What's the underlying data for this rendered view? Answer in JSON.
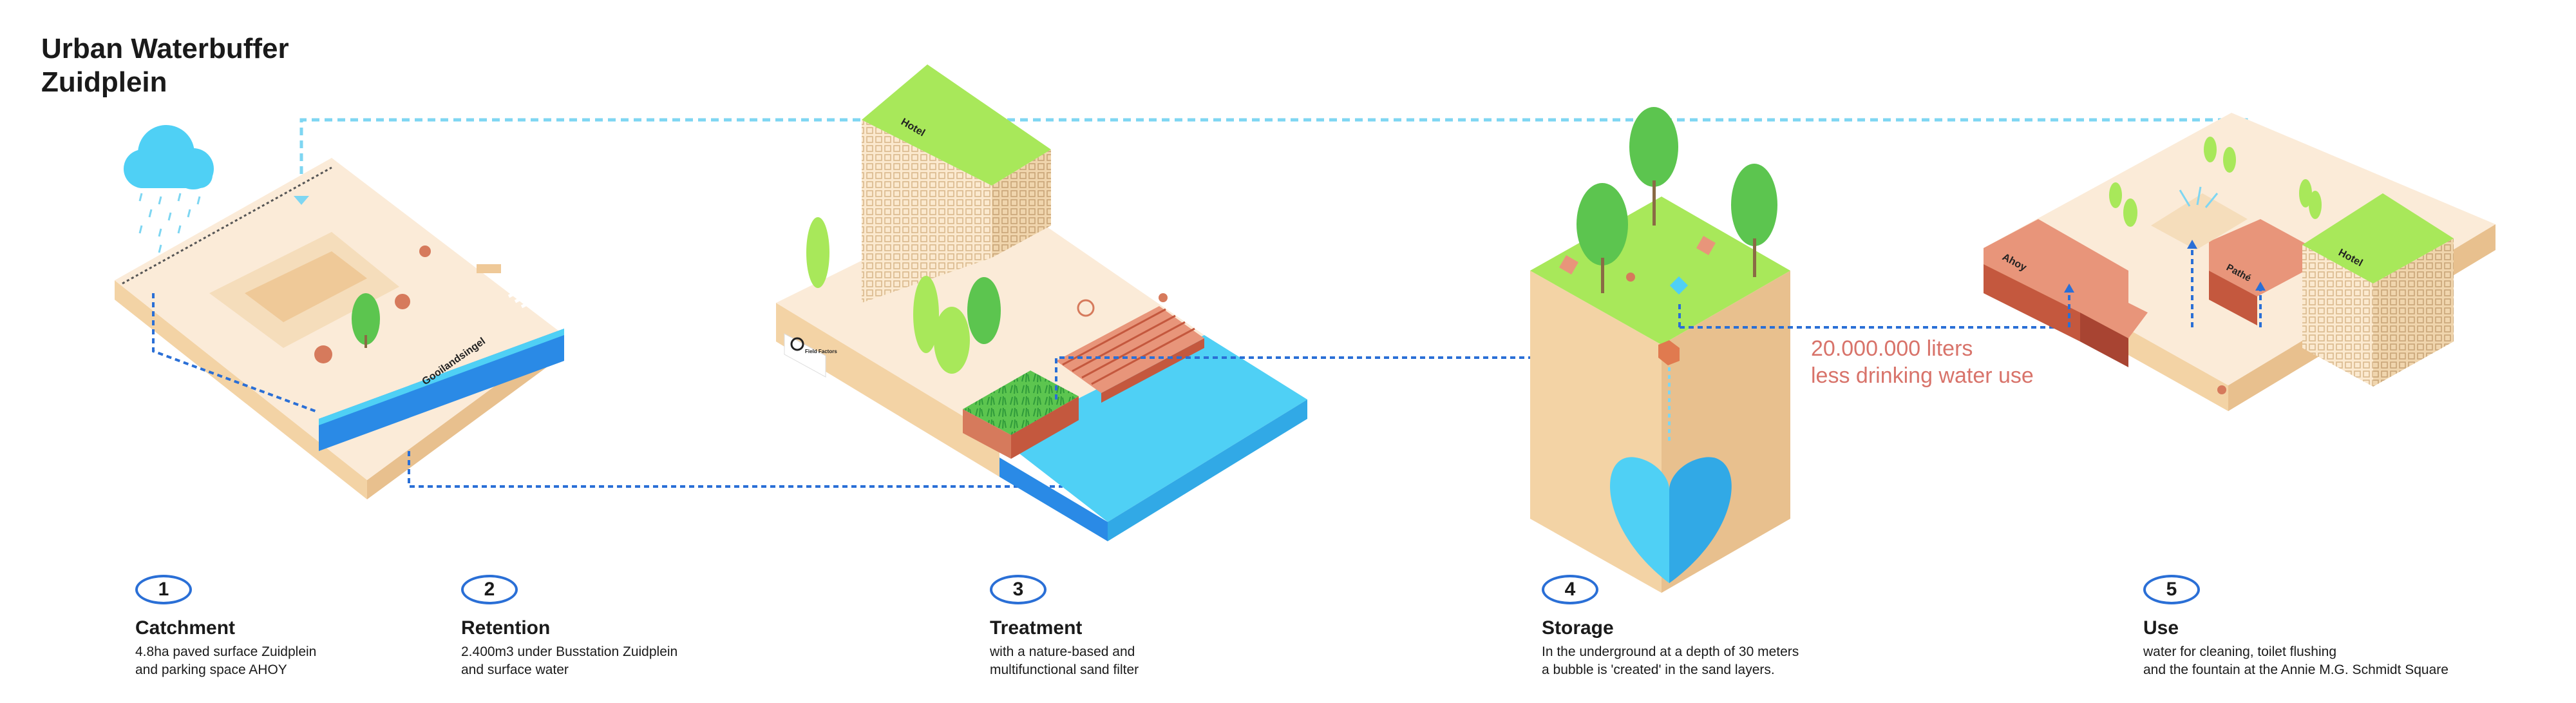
{
  "title": {
    "line1": "Urban Waterbuffer",
    "line2": "Zuidplein"
  },
  "labels": {
    "street": "Gooilandsingel",
    "hotel_a": "Hotel",
    "hotel_b": "Hotel",
    "ahoy": "Ahoy",
    "pathe": "Pathé",
    "logo": "Field Factors"
  },
  "stat": {
    "line1": "20.000.000 liters",
    "line2": "less drinking water use"
  },
  "steps": [
    {
      "number": "1",
      "title": "Catchment",
      "desc1": "4.8ha paved surface Zuidplein",
      "desc2": "and parking space AHOY"
    },
    {
      "number": "2",
      "title": "Retention",
      "desc1": "2.400m3 under Busstation Zuidplein",
      "desc2": "and surface water"
    },
    {
      "number": "3",
      "title": "Treatment",
      "desc1": "with a nature-based and",
      "desc2": "multifunctional sand filter"
    },
    {
      "number": "4",
      "title": "Storage",
      "desc1": "In the underground at a depth of 30 meters",
      "desc2": "a bubble is 'created' in the sand layers."
    },
    {
      "number": "5",
      "title": "Use",
      "desc1": "water for cleaning, toilet flushing",
      "desc2": "and the fountain at the Annie M.G. Schmidt Square"
    }
  ],
  "colors": {
    "ground_top": "#fbebd8",
    "ground_side": "#f3d3a5",
    "water": "#4fd0f5",
    "water_dark": "#31a9e6",
    "green": "#5cc54f",
    "grass": "#a8e85a",
    "brick": "#d67a5c",
    "pipe_light": "#7ed6f2",
    "pipe_dark": "#2a6fd6",
    "stat": "#d8736a"
  }
}
